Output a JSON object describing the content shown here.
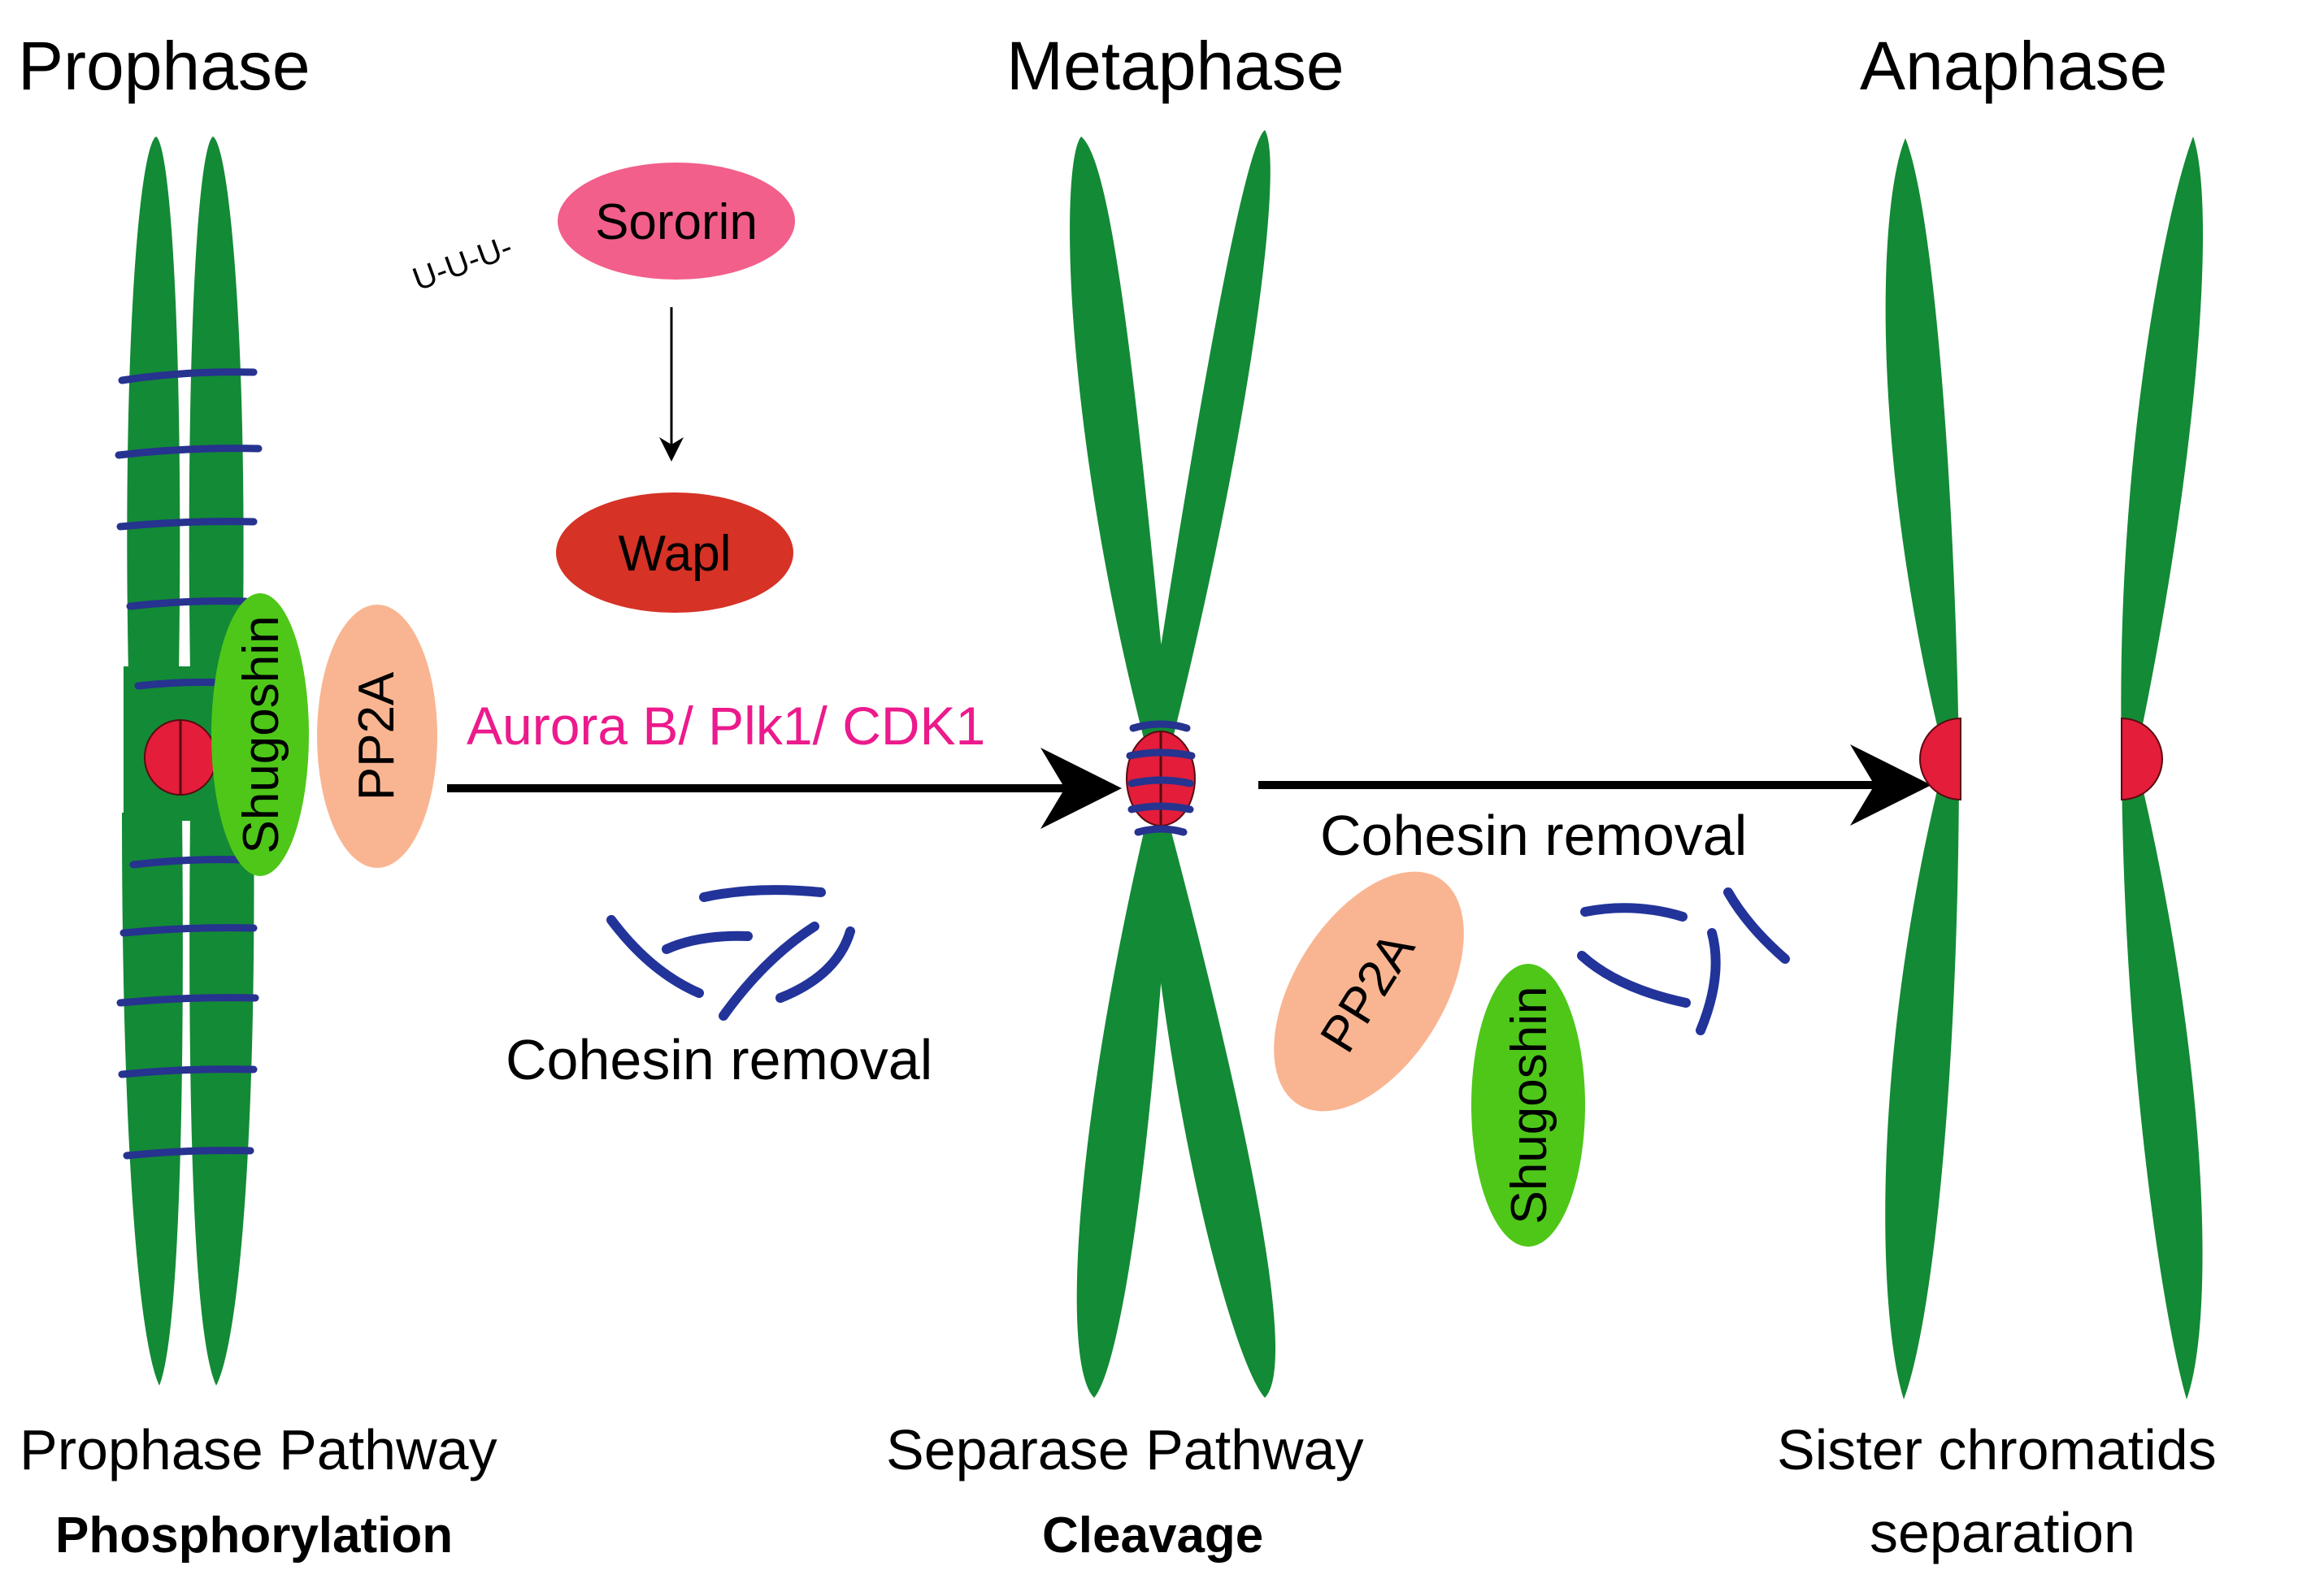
{
  "colors": {
    "chromatid": "#138a35",
    "centromere": "#e31d3a",
    "cohesin": "#26338f",
    "sororin": "#f25f8a",
    "wapl": "#d63226",
    "shugoshin": "#4ec719",
    "pp2a": "#f9b591",
    "kinase_text": "#ec1a8c",
    "arrow": "#000000"
  },
  "stages": {
    "prophase": "Prophase",
    "metaphase": "Metaphase",
    "anaphase": "Anaphase"
  },
  "captions": {
    "prophase_pathway": "Prophase Pathway",
    "prophase_mechanism": "Phosphorylation",
    "separase_pathway": "Separase Pathway",
    "separase_mechanism": "Cleavage",
    "sister_line1": "Sister chromatids",
    "sister_line2": "separation"
  },
  "proteins": {
    "sororin": "Sororin",
    "ubiquitin_chain": "U-U-U-",
    "wapl": "Wapl",
    "shugoshin": "Shugoshin",
    "pp2a": "PP2A"
  },
  "labels": {
    "kinases": "Aurora B/ Plk1/ CDK1",
    "cohesin_removal": "Cohesin removal"
  }
}
